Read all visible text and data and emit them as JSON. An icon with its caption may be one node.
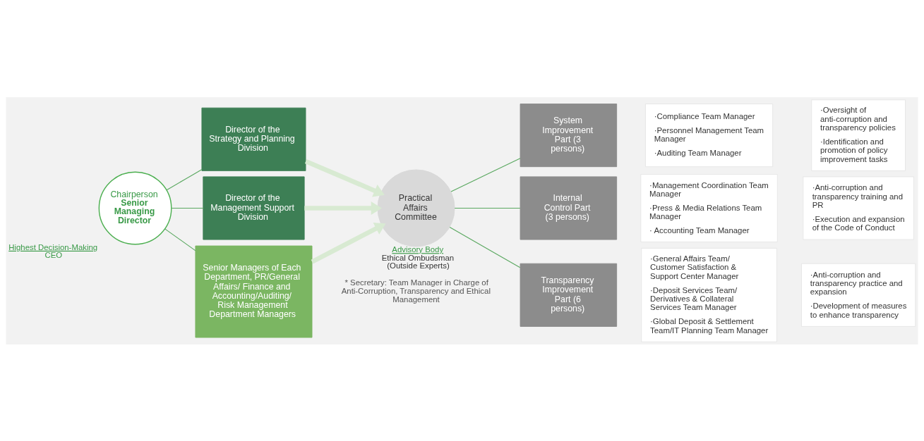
{
  "diagram": {
    "nodes": [
      {
        "text": [
          "Chairperson",
          "Senior Managing Director"
        ],
        "beside": [
          "Highest Decision-Making",
          "CEO"
        ]
      },
      {
        "text": [
          "Director of the Strategy and Planning Division"
        ]
      },
      {
        "text": [
          "Director of the Management Support Division"
        ]
      },
      {
        "text": [
          "Senior Managers of Each Department, PR/General Affairs/ Finance and Accounting/Auditing/ Risk Management Department Managers"
        ]
      },
      {
        "text": [
          "Practical Affairs Committee"
        ],
        "beside": [
          "Advisory Body",
          "Ethical Ombudsman (Outside Experts)"
        ]
      },
      {
        "text": [
          "System Improvement Part (3 persons)"
        ]
      },
      {
        "text": [
          "·Compliance Team Manager",
          "·Personnel Management Team Manager",
          "·Auditing Team Manager"
        ]
      },
      {
        "text": [
          "·Oversight of anti-corruption and transparency policies",
          "·Identification and promotion of policy improvement tasks"
        ]
      },
      {
        "text": [
          "Internal Control Part (3 persons)"
        ]
      },
      {
        "text": [
          "·Management Coordination Team Manager",
          "·Press & Media Relations Team Manager",
          "· Accounting Team Manager"
        ]
      },
      {
        "text": [
          "·Anti-corruption and transparency training and PR",
          "·Execution and expansion of the Code of Conduct"
        ]
      },
      {
        "text": [
          "Transparency Improvement Part (6 persons)"
        ]
      },
      {
        "text": [
          "·General Affairs Team/ Customer Satisfaction & Support Center Manager",
          "·Deposit Services Team/ Derivatives & Collateral Services Team Manager",
          "·Global Deposit & Settlement Team/IT Planning Team Manager"
        ]
      },
      {
        "text": [
          "·Anti-corruption and transparency practice and expansion",
          "·Development of measures to enhance transparency"
        ]
      }
    ],
    "edges": [
      {
        "from": 0,
        "to": 1,
        "arrow": "none"
      },
      {
        "from": 0,
        "to": 2,
        "arrow": "none"
      },
      {
        "from": 0,
        "to": 3,
        "arrow": "none"
      },
      {
        "from": 1,
        "to": 4,
        "arrow": "to",
        "style": "thick",
        "color": "#d8ead2"
      },
      {
        "from": 2,
        "to": 4,
        "arrow": "to",
        "style": "thick",
        "color": "#d8ead2"
      },
      {
        "from": 3,
        "to": 4,
        "arrow": "to",
        "style": "thick",
        "color": "#d8ead2"
      },
      {
        "from": 4,
        "to": 5,
        "arrow": "none"
      },
      {
        "from": 4,
        "to": 8,
        "arrow": "none"
      },
      {
        "from": 4,
        "to": 11,
        "arrow": "none"
      }
    ],
    "labels": [
      "* Secretary: Team Manager in Charge of Anti-Corruption, Transparency and Ethical Management"
    ]
  }
}
